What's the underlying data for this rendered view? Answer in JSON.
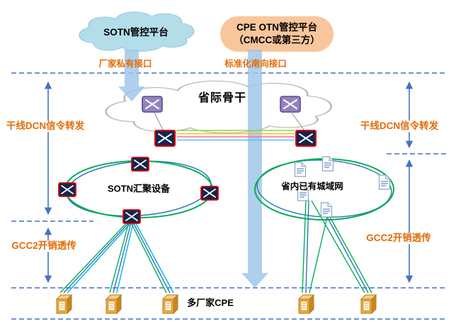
{
  "platforms": {
    "sotn_label": "SOTN管控平台",
    "cpe_otn_line1": "CPE OTN管控平台",
    "cpe_otn_line2": "（CMCC或第三方）"
  },
  "interfaces": {
    "vendor_private": "厂家私有接口",
    "standard_southbound": "标准化南向接口"
  },
  "backbone_label": "省际骨干",
  "side_labels": {
    "dcn_left": "干线DCN信令转发",
    "dcn_right": "干线DCN信令转发",
    "gcc2_left": "GCC2开销透传",
    "gcc2_right": "GCC2开销透传"
  },
  "rings": {
    "sotn_aggregation": "SOTN汇聚设备",
    "metro_existing": "省内已有城域网"
  },
  "cpe_label": "多厂家CPE",
  "colors": {
    "dashed_line": "#4472c4",
    "label_orange": "#e36c09",
    "arrow_fill": "#9fc5e8",
    "platform_cloud_blue": "#b3dde9",
    "platform_pill_orange": "#f9c69c",
    "ring_green": "#00b050",
    "ring_blue": "#2e75b6",
    "router_red_border": "#e00000",
    "cpe_orange": "#efa93f"
  }
}
